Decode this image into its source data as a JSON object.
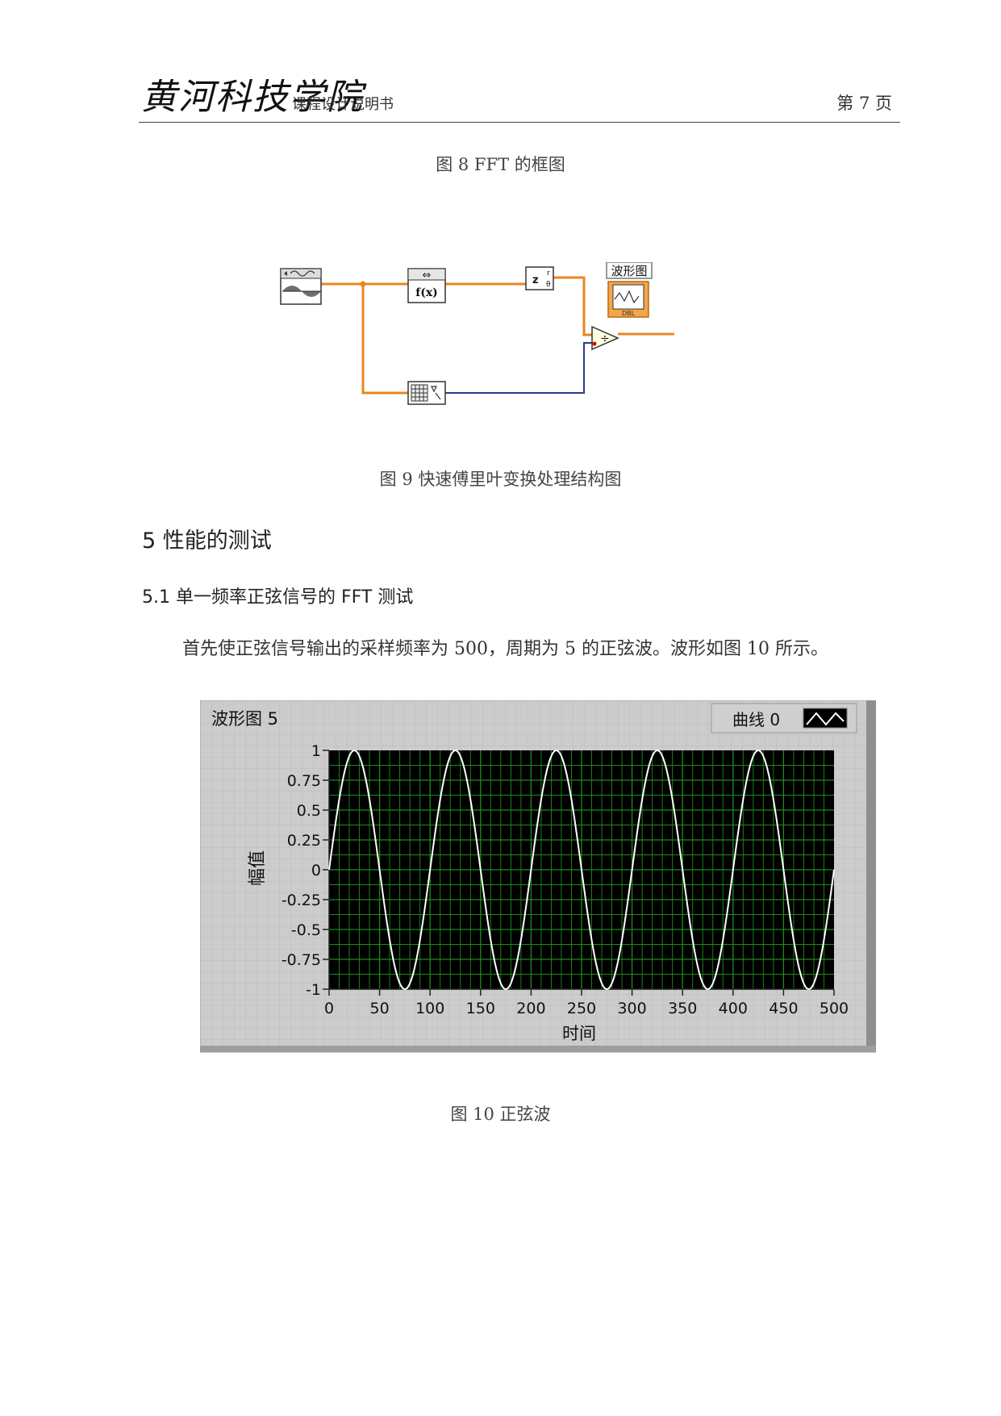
{
  "header": {
    "logo": "黄河科技学院",
    "subtitle": "课程设计说明书",
    "page": "第 7 页"
  },
  "fig8_caption": "图 8    FFT 的框图",
  "fig9": {
    "caption": "图 9    快速傅里叶变换处理结构图",
    "nodes": {
      "graph_label": "波形图",
      "fx_label": "f(x)",
      "arrow_label": "⇔",
      "polar_label": "z",
      "polar_r": "r",
      "polar_theta": "θ",
      "dbl": "DBL"
    }
  },
  "section5": {
    "title": "5  性能的测试"
  },
  "section51": {
    "title": "5.1  单一频率正弦信号的 FFT 测试"
  },
  "paragraph": "首先使正弦信号输出的采样频率为 500，周期为 5 的正弦波。波形如图 10 所示。",
  "fig10": {
    "caption": "图 10    正弦波",
    "panel_title": "波形图 5",
    "legend_label": "曲线 0",
    "colors": {
      "plot_bg": "#000000",
      "grid": "#1f8a1f",
      "trace": "#ffffff",
      "panel": "#c9c9c9"
    }
  },
  "chart_data": {
    "type": "line",
    "title": "波形图 5",
    "xlabel": "时间",
    "ylabel": "幅值",
    "xlim": [
      0,
      500
    ],
    "ylim": [
      -1,
      1
    ],
    "x_ticks": [
      "0",
      "50",
      "100",
      "150",
      "200",
      "250",
      "300",
      "350",
      "400",
      "450",
      "500"
    ],
    "y_ticks": [
      "1",
      "0.75",
      "0.5",
      "0.25",
      "0",
      "-0.25",
      "-0.5",
      "-0.75",
      "-1"
    ],
    "grid": true,
    "legend": "top-right",
    "series": [
      {
        "name": "曲线 0",
        "function": "sin",
        "amplitude": 1,
        "period": 100,
        "x_start": 0,
        "x_end": 500
      }
    ]
  }
}
